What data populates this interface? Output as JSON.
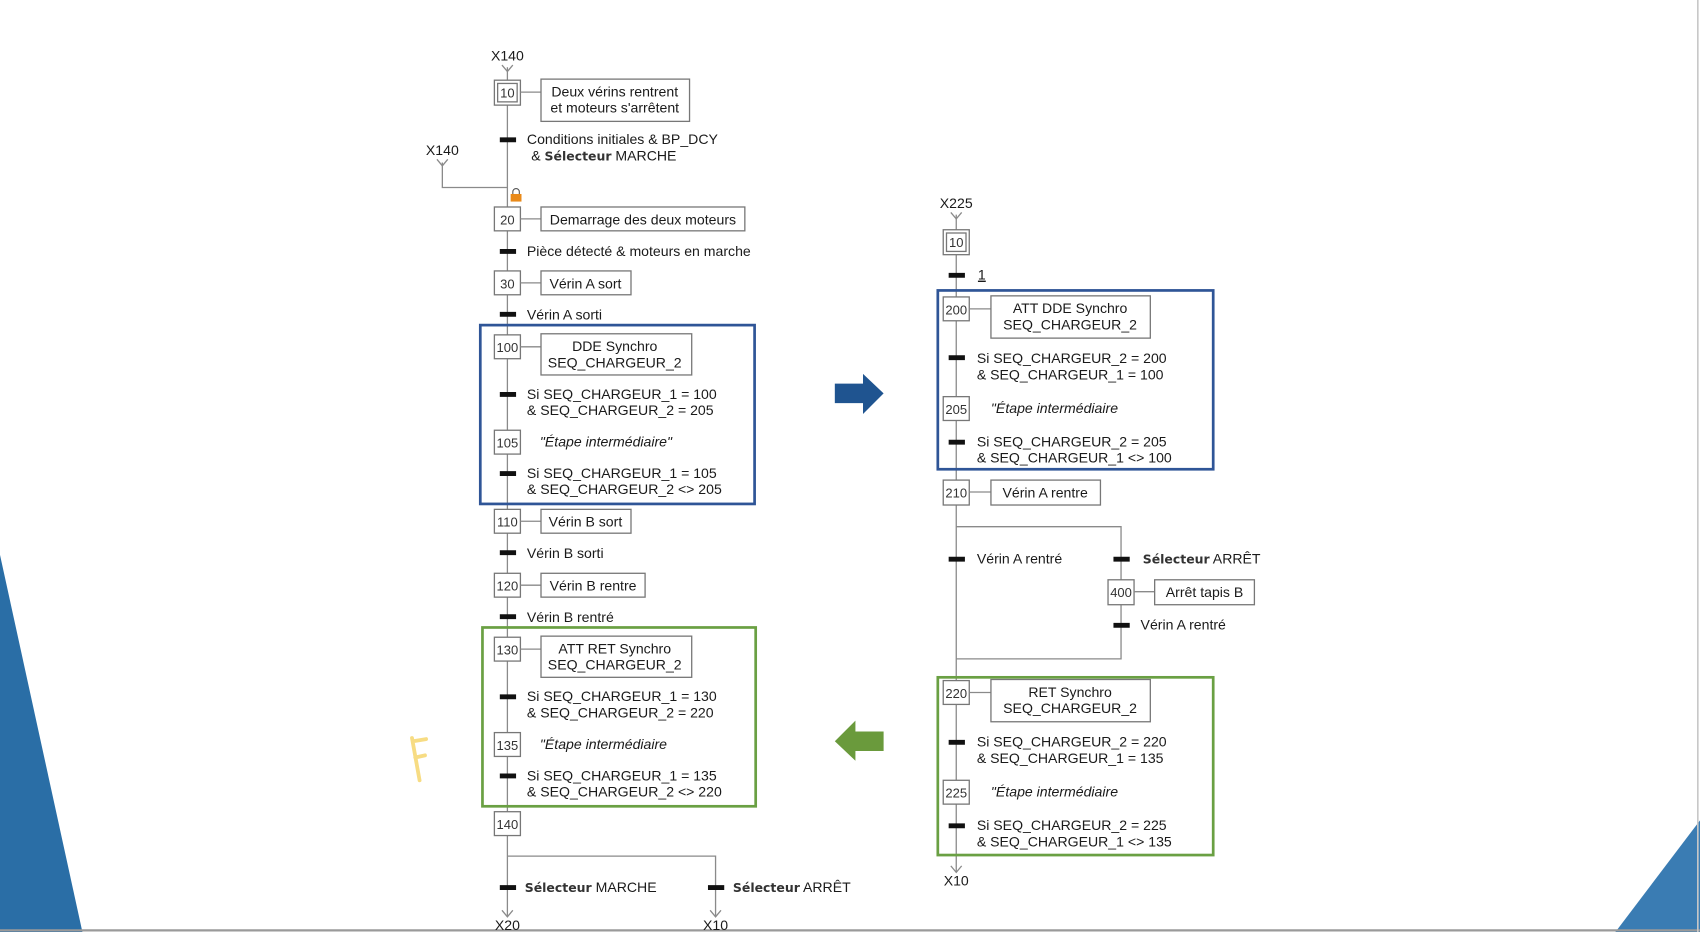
{
  "colors": {
    "blue_frame": "#2f5597",
    "green_frame": "#6aa043",
    "blue_arrow": "#1f5490",
    "green_arrow": "#6a9a3c",
    "slide_blue": "#2a6ea6",
    "lock": "#e98a1a"
  },
  "left": {
    "ref_top": "X140",
    "ref_loop": "X140",
    "s10": {
      "num": "10",
      "action": [
        "Deux vérins rentrent",
        "et moteurs s'arrêtent"
      ]
    },
    "t10": [
      "Conditions initiales & BP_DCY",
      "& ",
      "Sélecteur",
      " MARCHE"
    ],
    "s20": {
      "num": "20",
      "action": "Demarrage des deux moteurs"
    },
    "t20": "Pièce détecté & moteurs en marche",
    "s30": {
      "num": "30",
      "action": "Vérin A sort"
    },
    "t30": "Vérin A sorti",
    "s100": {
      "num": "100",
      "action": [
        "DDE Synchro",
        "SEQ_CHARGEUR_2"
      ]
    },
    "t100": [
      "Si SEQ_CHARGEUR_1 = 100",
      "& SEQ_CHARGEUR_2 = 205"
    ],
    "s105": {
      "num": "105",
      "action": "\"Étape intermédiaire\""
    },
    "t105": [
      "Si SEQ_CHARGEUR_1 = 105",
      "& SEQ_CHARGEUR_2 <> 205"
    ],
    "s110": {
      "num": "110",
      "action": "Vérin B sort"
    },
    "t110": "Vérin B sorti",
    "s120": {
      "num": "120",
      "action": "Vérin B rentre"
    },
    "t120": "Vérin B rentré",
    "s130": {
      "num": "130",
      "action": [
        "ATT RET Synchro",
        "SEQ_CHARGEUR_2"
      ]
    },
    "t130": [
      "Si SEQ_CHARGEUR_1 = 130",
      "& SEQ_CHARGEUR_2 = 220"
    ],
    "s135": {
      "num": "135",
      "action": "\"Étape intermédiaire"
    },
    "t135": [
      "Si SEQ_CHARGEUR_1 = 135",
      "& SEQ_CHARGEUR_2 <> 220"
    ],
    "s140": {
      "num": "140"
    },
    "t140a": [
      "Sélecteur",
      " MARCHE"
    ],
    "t140b": [
      "Sélecteur",
      " ARRÊT"
    ],
    "ref_a": "X20",
    "ref_b": "X10"
  },
  "right": {
    "ref_top": "X225",
    "s10": {
      "num": "10"
    },
    "t10": "1",
    "s200": {
      "num": "200",
      "action": [
        "ATT DDE Synchro",
        "SEQ_CHARGEUR_2"
      ]
    },
    "t200": [
      "Si SEQ_CHARGEUR_2 = 200",
      "& SEQ_CHARGEUR_1 = 100"
    ],
    "s205": {
      "num": "205",
      "action": "\"Étape intermédiaire"
    },
    "t205": [
      "Si SEQ_CHARGEUR_2 = 205",
      "& SEQ_CHARGEUR_1 <> 100"
    ],
    "s210": {
      "num": "210",
      "action": "Vérin A rentre"
    },
    "t210a": "Vérin A rentré",
    "t210b": [
      "Sélecteur",
      " ARRÊT"
    ],
    "s400": {
      "num": "400",
      "action": "Arrêt tapis B"
    },
    "t400": "Vérin A rentré",
    "s220": {
      "num": "220",
      "action": [
        "RET Synchro",
        "SEQ_CHARGEUR_2"
      ]
    },
    "t220": [
      "Si SEQ_CHARGEUR_2 = 220",
      "& SEQ_CHARGEUR_1 = 135"
    ],
    "s225": {
      "num": "225",
      "action": "\"Étape intermédiaire"
    },
    "t225": [
      "Si SEQ_CHARGEUR_2 = 225",
      "& SEQ_CHARGEUR_1 <> 135"
    ],
    "ref_end": "X10"
  },
  "annotation": "F"
}
